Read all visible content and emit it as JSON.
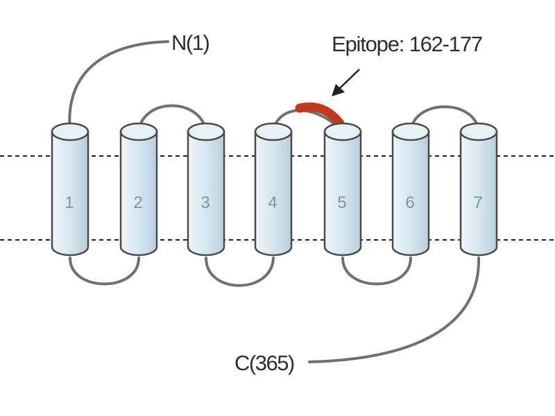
{
  "diagram": {
    "n_terminus": "N(1)",
    "c_terminus": "C(365)",
    "epitope_label": "Epitope: 162-177",
    "helices": [
      "1",
      "2",
      "3",
      "4",
      "5",
      "6",
      "7"
    ]
  },
  "colors": {
    "helix_fill": "#d6e6ee",
    "helix_outline": "#4a4a4a",
    "loop": "#707070",
    "epitope": "#c0391f",
    "membrane_line": "#222222",
    "helix_number": "#7f95a6"
  }
}
